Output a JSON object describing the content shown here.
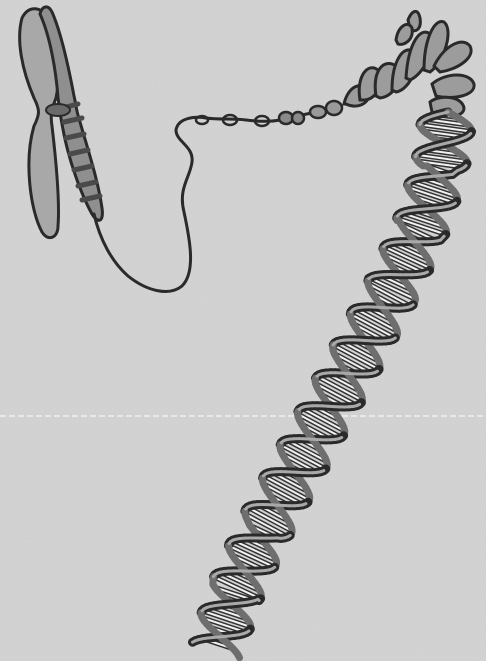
{
  "figure": {
    "subject": "chromosome-to-dna-double-helix",
    "components": [
      "chromosome",
      "chromatin-fiber",
      "nucleosome-coils",
      "dna-double-helix"
    ]
  },
  "colors": {
    "background": "#d4d4d4",
    "chromatid_fill": "#a9a9a9",
    "chromatid_dark": "#6e6e6e",
    "outline": "#2a2a2a",
    "strand": "#333333",
    "base_pair_light": "#f2f2f2",
    "noise_light": "#eeeeee",
    "noise_dark": "#9a9a9a"
  }
}
